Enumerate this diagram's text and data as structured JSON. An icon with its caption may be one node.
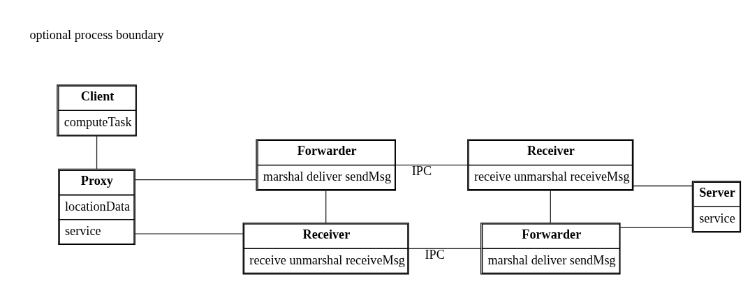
{
  "diagram": {
    "nodes": [
      {
        "text": [
          "Client",
          "computeTask"
        ]
      },
      {
        "text": [
          "Forwarder",
          "marshal deliver sendMsg"
        ]
      },
      {
        "text": [
          "Receiver",
          "receive unmarshal receiveMsg"
        ]
      },
      {
        "text": [
          "Proxy",
          "locationData",
          "service"
        ]
      },
      {
        "text": [
          "Server",
          "service"
        ]
      },
      {
        "text": [
          "Receiver",
          "receive unmarshal receiveMsg"
        ]
      },
      {
        "text": [
          "Forwarder",
          "marshal deliver sendMsg"
        ]
      }
    ],
    "edges": [
      {
        "from": 0,
        "to": 3,
        "arrow": "none"
      },
      {
        "from": 3,
        "to": 1,
        "arrow": "none"
      },
      {
        "from": 1,
        "to": 2,
        "arrow": "none",
        "label": "IPC"
      },
      {
        "from": 1,
        "to": 5,
        "arrow": "none"
      },
      {
        "from": 2,
        "to": 6,
        "arrow": "none"
      },
      {
        "from": 2,
        "to": 4,
        "arrow": "none"
      },
      {
        "from": 4,
        "to": 6,
        "arrow": "none"
      },
      {
        "from": 3,
        "to": 5,
        "arrow": "none"
      },
      {
        "from": 5,
        "to": 6,
        "arrow": "none",
        "label": "IPC"
      }
    ],
    "labels": [
      "optional process boundary"
    ]
  }
}
